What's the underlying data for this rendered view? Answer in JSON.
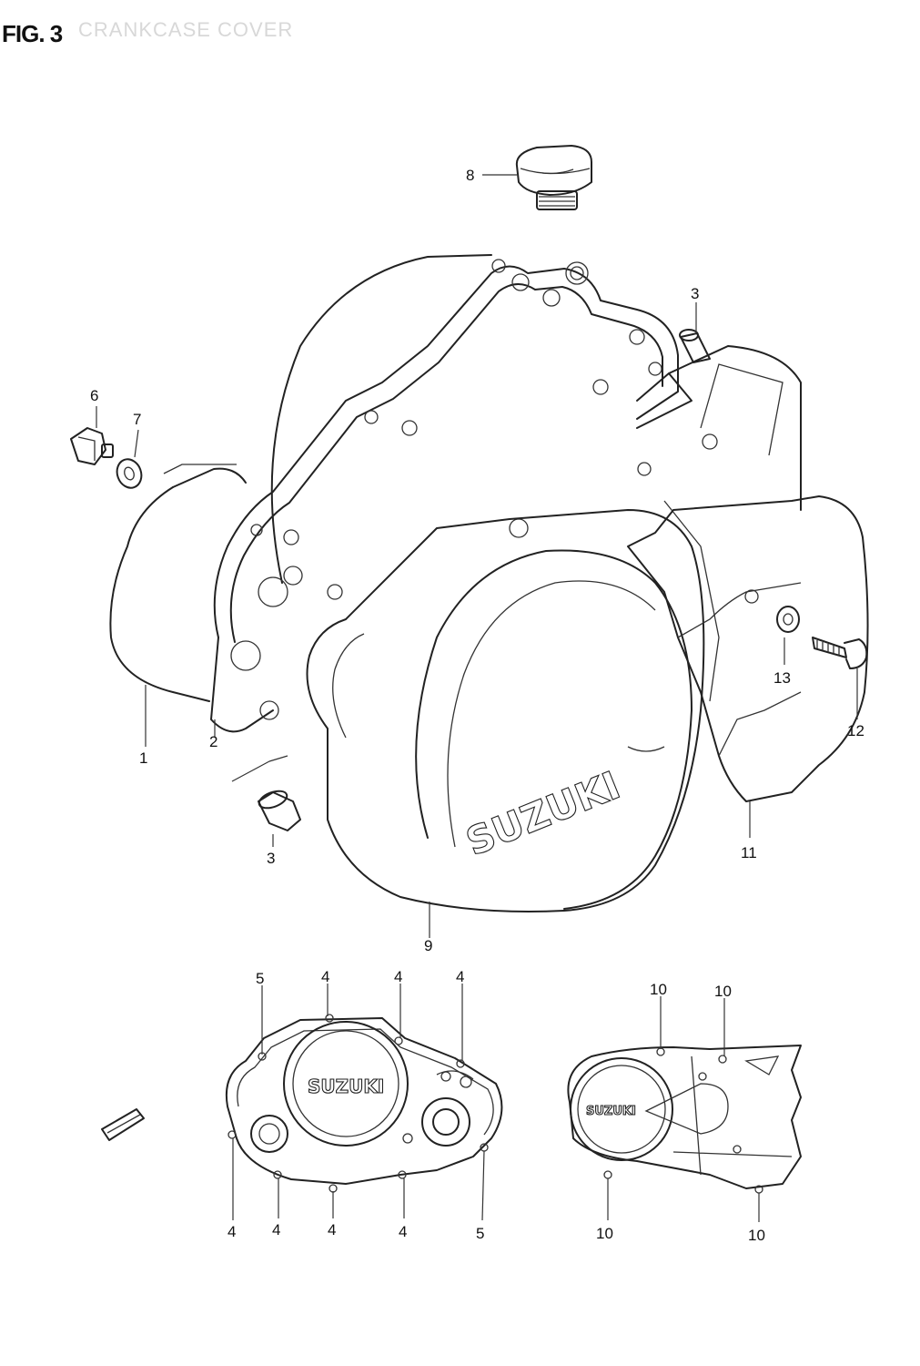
{
  "figure": {
    "title": "FIG. 3",
    "subtitle": "CRANKCASE COVER"
  },
  "brand": {
    "main_cover": "SUZUKI",
    "clutch_cover": "SUZUKI",
    "magneto_cover": "SUZUKI"
  },
  "callouts": [
    {
      "id": "c8",
      "label": "8"
    },
    {
      "id": "c3a",
      "label": "3"
    },
    {
      "id": "c6",
      "label": "6"
    },
    {
      "id": "c7",
      "label": "7"
    },
    {
      "id": "c1",
      "label": "1"
    },
    {
      "id": "c2",
      "label": "2"
    },
    {
      "id": "c3b",
      "label": "3"
    },
    {
      "id": "c9",
      "label": "9"
    },
    {
      "id": "c13",
      "label": "13"
    },
    {
      "id": "c12",
      "label": "12"
    },
    {
      "id": "c11",
      "label": "11"
    },
    {
      "id": "c5a",
      "label": "5"
    },
    {
      "id": "c4a",
      "label": "4"
    },
    {
      "id": "c4b",
      "label": "4"
    },
    {
      "id": "c4c",
      "label": "4"
    },
    {
      "id": "c4d",
      "label": "4"
    },
    {
      "id": "c4e",
      "label": "4"
    },
    {
      "id": "c4f",
      "label": "4"
    },
    {
      "id": "c4g",
      "label": "4"
    },
    {
      "id": "c5b",
      "label": "5"
    },
    {
      "id": "c10a",
      "label": "10"
    },
    {
      "id": "c10b",
      "label": "10"
    },
    {
      "id": "c10c",
      "label": "10"
    },
    {
      "id": "c10d",
      "label": "10"
    }
  ]
}
